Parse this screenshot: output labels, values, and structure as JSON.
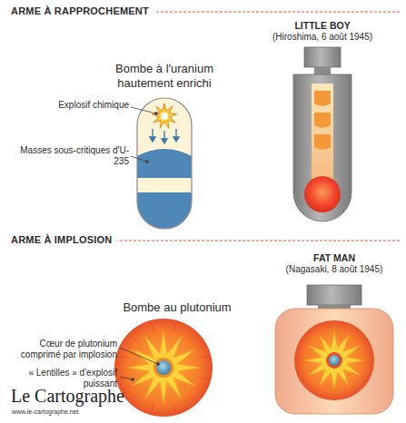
{
  "diagram": {
    "labels": [
      "ARME À RAPPROCHEMENT",
      "LITTLE BOY",
      "(Hiroshima, 6 août 1945)",
      "Bombe à l'uranium hautement enrichi",
      "Explosif chimique",
      "Masses sous-critiques d'U-235",
      "ARME À IMPLOSION",
      "FAT MAN",
      "(Nagasaki, 8 août 1945)",
      "Bombe au plutonium",
      "Cœur de plutonium comprimé par implosion",
      "« Lentilles » d'explosif puissant",
      "Le Cartographe",
      "www.le-cartographe.net"
    ]
  }
}
